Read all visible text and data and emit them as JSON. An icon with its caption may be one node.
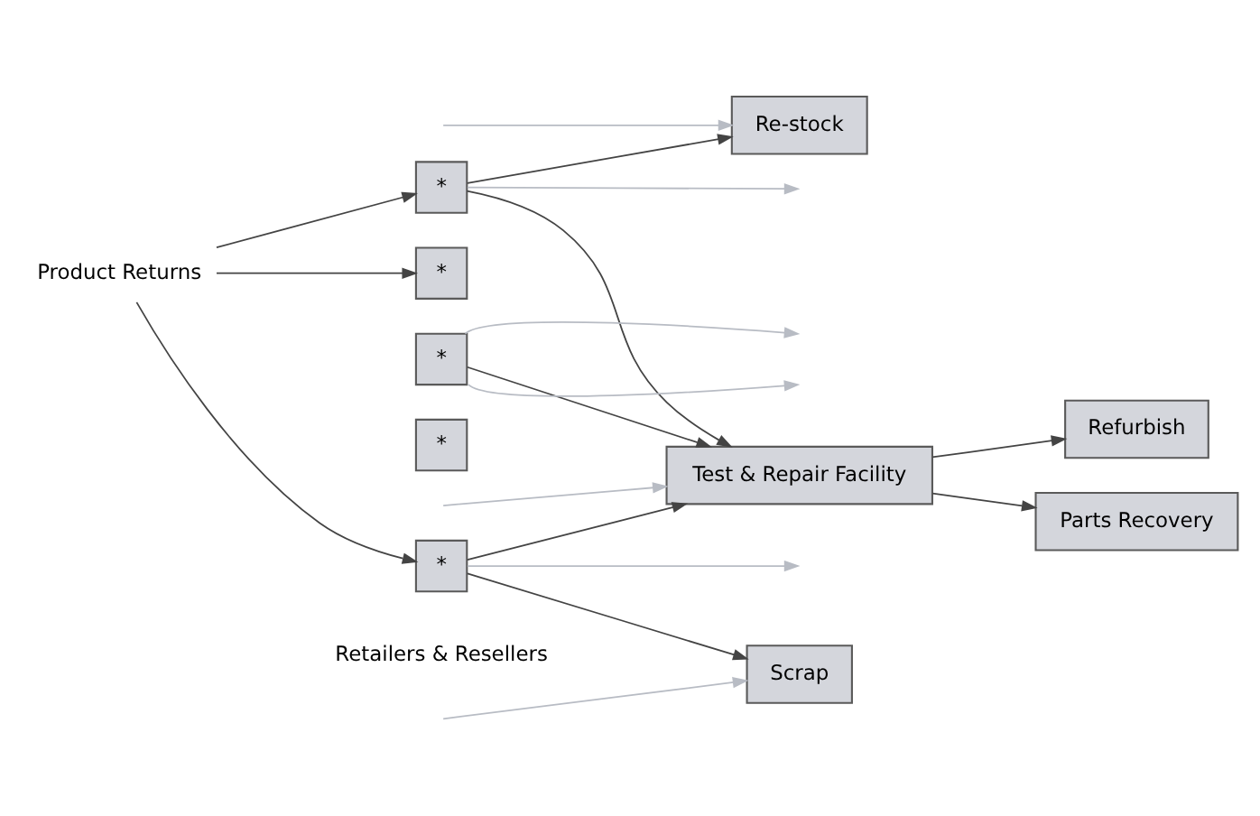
{
  "diagram": {
    "nodes": [
      {
        "text": [
          "Product Returns"
        ]
      },
      {
        "text": [
          "*"
        ]
      },
      {
        "text": [
          "*"
        ]
      },
      {
        "text": [
          "*"
        ]
      },
      {
        "text": [
          "*"
        ]
      },
      {
        "text": [
          "*"
        ]
      },
      {
        "text": [
          "Re-stock"
        ]
      },
      {
        "text": [
          "Test & Repair Facility"
        ]
      },
      {
        "text": [
          "Scrap"
        ]
      },
      {
        "text": [
          "Refurbish"
        ]
      },
      {
        "text": [
          "Parts Recovery"
        ]
      }
    ],
    "edges": [
      {
        "from": 0,
        "to": 1,
        "arrow": "to"
      },
      {
        "from": 0,
        "to": 2,
        "arrow": "to"
      },
      {
        "from": 0,
        "to": 5,
        "arrow": "to"
      },
      {
        "from": 1,
        "to": 6,
        "arrow": "to"
      },
      {
        "from": 1,
        "to": 7,
        "arrow": "to"
      },
      {
        "from": 1,
        "to": null,
        "arrow": "to",
        "color": "#b8bcc4"
      },
      {
        "from": null,
        "to": 6,
        "arrow": "to",
        "color": "#b8bcc4"
      },
      {
        "from": 3,
        "to": 7,
        "arrow": "to"
      },
      {
        "from": 3,
        "to": null,
        "arrow": "to",
        "color": "#b8bcc4"
      },
      {
        "from": 3,
        "to": null,
        "arrow": "to",
        "color": "#b8bcc4"
      },
      {
        "from": null,
        "to": 7,
        "arrow": "to",
        "color": "#b8bcc4"
      },
      {
        "from": 5,
        "to": 7,
        "arrow": "to"
      },
      {
        "from": 5,
        "to": null,
        "arrow": "to",
        "color": "#b8bcc4"
      },
      {
        "from": 5,
        "to": 8,
        "arrow": "to"
      },
      {
        "from": null,
        "to": 8,
        "arrow": "to",
        "color": "#b8bcc4"
      },
      {
        "from": 7,
        "to": 9,
        "arrow": "to"
      },
      {
        "from": 7,
        "to": 10,
        "arrow": "to"
      }
    ],
    "labels": [
      "Retailers & Resellers"
    ]
  }
}
